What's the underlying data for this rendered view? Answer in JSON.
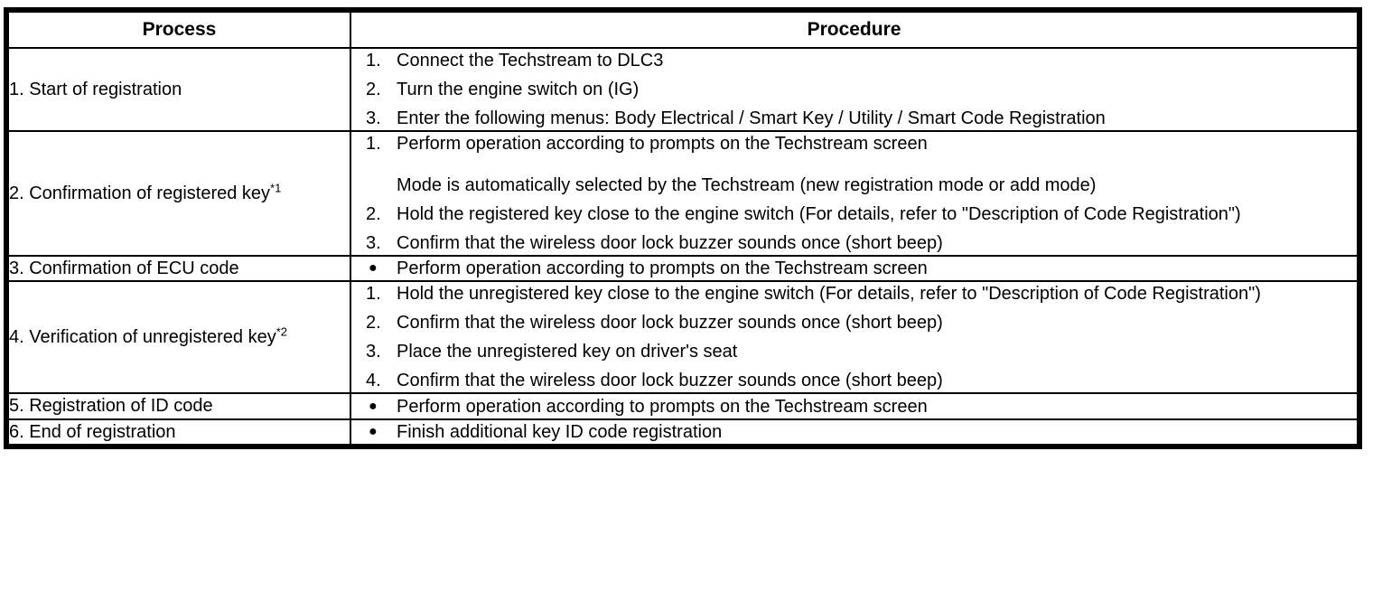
{
  "table": {
    "headers": {
      "process": "Process",
      "procedure": "Procedure"
    },
    "rows": [
      {
        "process": "1. Start of registration",
        "process_sup": "",
        "marker_type": "numbered",
        "steps": [
          "Connect the Techstream to DLC3",
          "Turn the engine switch on (IG)",
          "Enter the following menus: Body Electrical / Smart Key / Utility / Smart Code Registration"
        ],
        "markers": [
          "1.",
          "2.",
          "3."
        ],
        "note": ""
      },
      {
        "process": "2. Confirmation of registered key",
        "process_sup": "*1",
        "marker_type": "numbered",
        "steps": [
          "Perform operation according to prompts on the Techstream screen",
          "Hold the registered key close to the engine switch (For details, refer to \"Description of Code Registration\")",
          "Confirm that the wireless door lock buzzer sounds once (short beep)"
        ],
        "markers": [
          "1.",
          "2.",
          "3."
        ],
        "note": "Mode is automatically selected by the Techstream (new registration mode or add mode)"
      },
      {
        "process": "3. Confirmation of ECU code",
        "process_sup": "",
        "marker_type": "bullet",
        "steps": [
          "Perform operation according to prompts on the Techstream screen"
        ],
        "markers": [
          "●"
        ],
        "note": ""
      },
      {
        "process": "4. Verification of unregistered key",
        "process_sup": "*2",
        "marker_type": "numbered",
        "steps": [
          "Hold the unregistered key close to the engine switch (For details, refer to \"Description of Code Registration\")",
          "Confirm that the wireless door lock buzzer sounds once (short beep)",
          "Place the unregistered key on driver's seat",
          "Confirm that the wireless door lock buzzer sounds once (short beep)"
        ],
        "markers": [
          "1.",
          "2.",
          "3.",
          "4."
        ],
        "note": ""
      },
      {
        "process": "5. Registration of ID code",
        "process_sup": "",
        "marker_type": "bullet",
        "steps": [
          "Perform operation according to prompts on the Techstream screen"
        ],
        "markers": [
          "●"
        ],
        "note": ""
      },
      {
        "process": "6. End of registration",
        "process_sup": "",
        "marker_type": "bullet",
        "steps": [
          "Finish additional key ID code registration"
        ],
        "markers": [
          "●"
        ],
        "note": ""
      }
    ]
  },
  "colors": {
    "border": "#000000",
    "text": "#000000",
    "background": "#ffffff"
  }
}
